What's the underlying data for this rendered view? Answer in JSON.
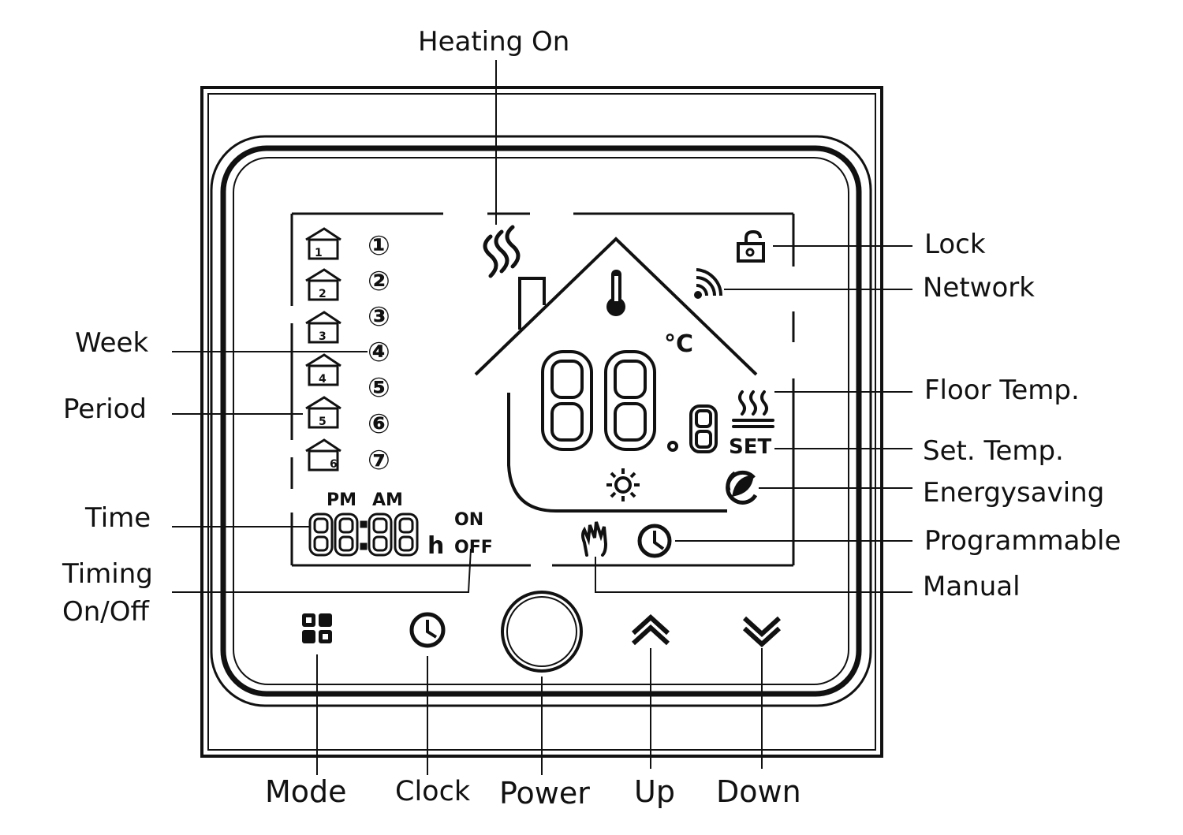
{
  "callouts": {
    "heating_on": "Heating On",
    "lock": "Lock",
    "network": "Network",
    "week": "Week",
    "period": "Period",
    "floor_temp": "Floor Temp.",
    "set_temp": "Set. Temp.",
    "energysaving": "Energysaving",
    "time": "Time",
    "programmable": "Programmable",
    "timing_line1": "Timing",
    "timing_line2": "On/Off",
    "manual": "Manual"
  },
  "buttons": {
    "mode": "Mode",
    "clock": "Clock",
    "power": "Power",
    "up": "Up",
    "down": "Down"
  },
  "lcd": {
    "week_numbers": [
      "①",
      "②",
      "③",
      "④",
      "⑤",
      "⑥",
      "⑦"
    ],
    "period_numbers": [
      "1",
      "2",
      "3",
      "4",
      "5",
      "6"
    ],
    "pm": "PM",
    "am": "AM",
    "on": "ON",
    "off": "OFF",
    "hour_unit": "h",
    "set": "SET",
    "celsius": "°C"
  },
  "icons": [
    "heating-waves-icon",
    "lock-icon",
    "network-icon",
    "floor-heating-icon",
    "energysaving-icon",
    "programmable-clock-icon",
    "manual-hand-icon",
    "thermometer-icon",
    "sun-icon",
    "mode-grid-icon",
    "clock-icon",
    "power-button-icon",
    "chevron-up-icon",
    "chevron-down-icon"
  ]
}
